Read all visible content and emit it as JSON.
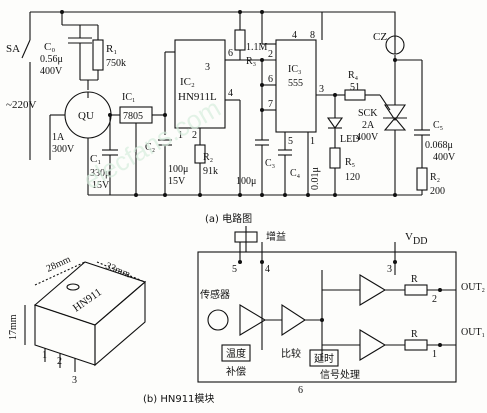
{
  "circuit": {
    "switch": "SA",
    "c0": {
      "name": "C₀",
      "value1": "0.56μ",
      "value2": "400V"
    },
    "r1": {
      "name": "R₁",
      "value": "750k"
    },
    "mains": "~220V",
    "bridge": {
      "name": "QU",
      "rating1": "1A",
      "rating2": "300V"
    },
    "ic1": {
      "name": "IC₁",
      "part": "7805"
    },
    "c1": {
      "name": "C₁",
      "value1": "330μ",
      "value2": "15V"
    },
    "ic2": {
      "name": "IC₂",
      "part": "HN911L"
    },
    "c2": {
      "name": "C₂",
      "value1": "100μ",
      "value2": "15V"
    },
    "r2": {
      "name": "R₂",
      "value": "91k"
    },
    "r3": {
      "name": "R₃",
      "value": "1.1M"
    },
    "ic3": {
      "name": "IC₃",
      "part": "555"
    },
    "c3": {
      "name": "C₃",
      "value": "100μ"
    },
    "c4": {
      "name": "C₄",
      "value": "0.01μ"
    },
    "r4": {
      "name": "R₄",
      "value": "51"
    },
    "r5": {
      "name": "R₅",
      "value": "120"
    },
    "led": "LED",
    "scr": {
      "name": "SCK",
      "rating1": "2A",
      "rating2": "400V"
    },
    "socket": "CZ",
    "c5": {
      "name": "C₅",
      "value1": "0.068μ",
      "value2": "400V"
    },
    "r6": {
      "name": "R₂",
      "value": "200"
    },
    "pins": [
      "3",
      "2",
      "6",
      "4",
      "8",
      "2",
      "6",
      "7",
      "3",
      "5",
      "1",
      "4",
      "1"
    ]
  },
  "caption_a": "(a) 电路图",
  "module": {
    "dim1": "28mm",
    "dim2": "33mm",
    "dim3": "17mm",
    "label": "HN911",
    "pins": [
      "1",
      "2",
      "3"
    ]
  },
  "block": {
    "gain": "增益",
    "vdd": "V",
    "vdd_sub": "DD",
    "sensor": "传感器",
    "temp": "温度",
    "comp": "补偿",
    "compare": "比较",
    "delay": "延时",
    "signal": "信号处理",
    "out2": "OUT₂",
    "out1": "OUT₁",
    "r": "R",
    "pins": [
      "5",
      "4",
      "3",
      "2",
      "1",
      "6"
    ]
  },
  "caption_b": "(b) HN911模块",
  "watermark": "elecfans.com"
}
